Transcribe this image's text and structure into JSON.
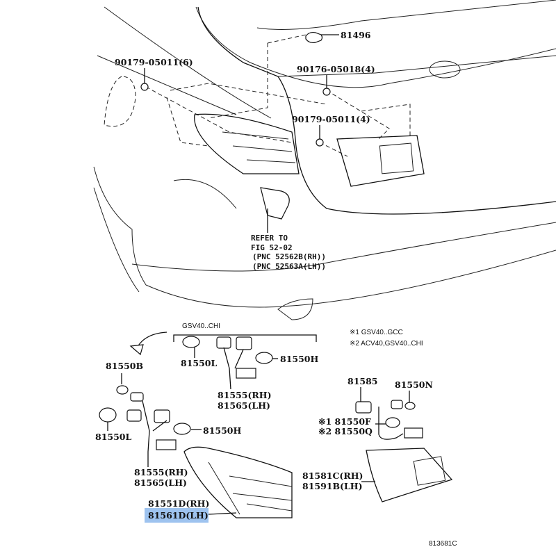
{
  "diagram": {
    "top_labels": {
      "p81496": "81496",
      "p90179_6": "90179-05011(6)",
      "p90176_4": "90176-05018(4)",
      "p90179_4": "90179-05011(4)"
    },
    "refer": {
      "line1": "REFER TO",
      "line2": "FIG 52-02",
      "line3": "(PNC 52562B(RH))",
      "line4": "(PNC 52563A(LH))"
    },
    "inset_label": "GSV40..CHI",
    "notes": {
      "n1": "※1 GSV40..GCC",
      "n2": "※2 ACV40,GSV40..CHI"
    },
    "inset_parts": {
      "p81550L": "81550L",
      "p81550H": "81550H",
      "p81555": "81555(RH)",
      "p81565": "81565(LH)"
    },
    "left_parts": {
      "p81550B": "81550B",
      "p81550L": "81550L",
      "p81550H": "81550H",
      "p81555": "81555(RH)",
      "p81565": "81565(LH)",
      "p81551D": "81551D(RH)",
      "p81561D": "81561D(LH)"
    },
    "right_parts": {
      "p81585": "81585",
      "p81550N": "81550N",
      "p81550F": "※1 81550F",
      "p81550Q": "※2 81550Q",
      "p81581C": "81581C(RH)",
      "p81591B": "81591B(LH)"
    },
    "figure_id": "813681C",
    "highlight_color": "#9ec3ef"
  }
}
